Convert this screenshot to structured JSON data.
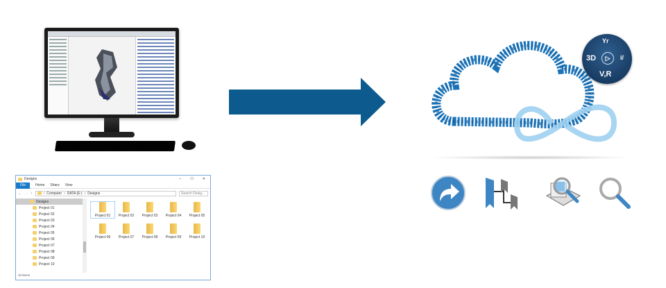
{
  "explorer": {
    "title": "Designs",
    "ribbon": [
      "File",
      "Home",
      "Share",
      "View"
    ],
    "path": [
      "Computer",
      "DATA (E:)",
      "Designs"
    ],
    "search_placeholder": "Search Desig...",
    "nav": [
      "Designs",
      "Project 01",
      "Project 02",
      "Project 03",
      "Project 04",
      "Project 05",
      "Project 06",
      "Project 07",
      "Project 08",
      "Project 09",
      "Project 10"
    ],
    "files": [
      "Project 01",
      "Project 02",
      "Project 03",
      "Project 04",
      "Project 05",
      "Project 06",
      "Project 07",
      "Project 08",
      "Project 09",
      "Project 10"
    ],
    "status": "10 items",
    "window_controls": [
      "–",
      "☐",
      "✕"
    ]
  },
  "badge": {
    "left": "3D",
    "right": "i/",
    "bottom": "V,R",
    "top": "Yr"
  },
  "colors": {
    "arrow": "#0d5a8f",
    "cloud": "#1a73b8",
    "infinity": "#9fd0ef",
    "folder": "#f5cf6b"
  }
}
